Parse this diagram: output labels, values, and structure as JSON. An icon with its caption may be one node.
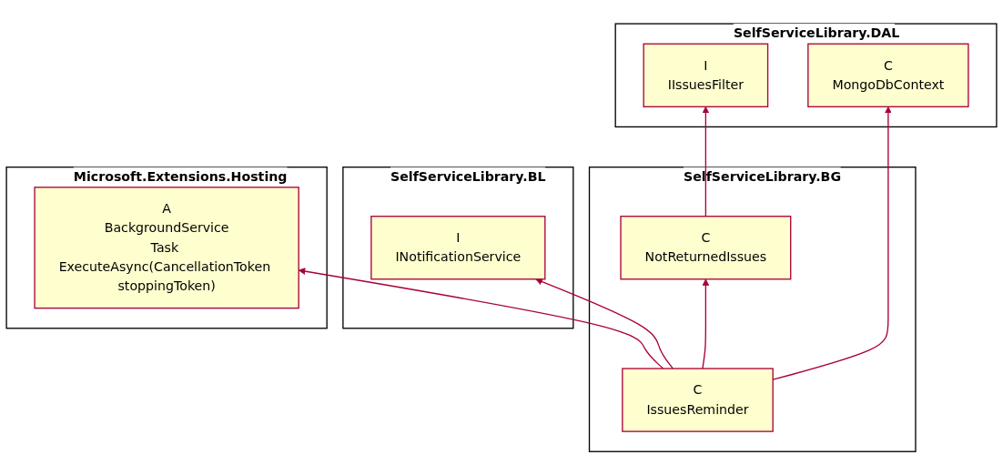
{
  "diagram": {
    "nodes": [
      {
        "text": [
          "SelfServiceLibrary.DAL"
        ]
      },
      {
        "text": [
          "I",
          "IIssuesFilter"
        ],
        "in": 0
      },
      {
        "text": [
          "C",
          "MongoDbContext"
        ],
        "in": 0
      },
      {
        "text": [
          "SelfServiceLibrary.BG"
        ]
      },
      {
        "text": [
          "C",
          "NotReturnedIssues"
        ],
        "in": 3
      },
      {
        "text": [
          "C",
          "IssuesReminder"
        ],
        "in": 3
      },
      {
        "text": [
          "SelfServiceLibrary.BL"
        ]
      },
      {
        "text": [
          "I",
          "INotificationService"
        ],
        "in": 6
      },
      {
        "text": [
          "Microsoft.Extensions.Hosting"
        ]
      },
      {
        "text": [
          "A",
          "BackgroundService",
          "Task ExecuteAsync(CancellationToken stoppingToken)"
        ],
        "in": 8
      }
    ],
    "edges": [
      {
        "from": 4,
        "to": 1,
        "arrow": "to"
      },
      {
        "from": 5,
        "to": 4,
        "arrow": "to"
      },
      {
        "from": 5,
        "to": 2,
        "arrow": "to"
      },
      {
        "from": 5,
        "to": 7,
        "arrow": "to"
      },
      {
        "from": 5,
        "to": 9,
        "arrow": "to"
      }
    ]
  }
}
